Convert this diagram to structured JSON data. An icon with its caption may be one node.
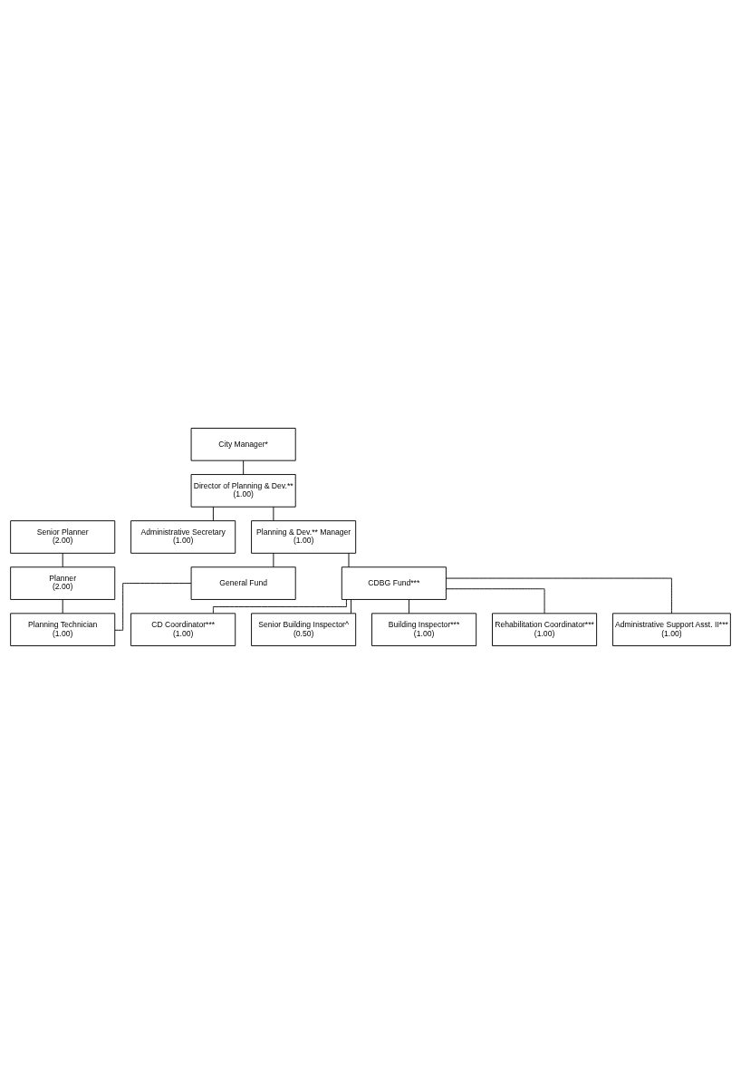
{
  "diagram": {
    "nodes": [
      {
        "text": [
          "City Manager*"
        ]
      },
      {
        "text": [
          "Director of Planning & Dev.**",
          "(1.00)"
        ]
      },
      {
        "text": [
          "Administrative Secretary",
          "(1.00)"
        ]
      },
      {
        "text": [
          "Planning & Dev.** Manager",
          "(1.00)"
        ]
      },
      {
        "text": [
          "General Fund"
        ]
      },
      {
        "text": [
          "CDBG Fund***"
        ]
      },
      {
        "text": [
          "Senior Planner",
          "(2.00)"
        ]
      },
      {
        "text": [
          "Planner",
          "(2.00)"
        ]
      },
      {
        "text": [
          "Planning Technician",
          "(1.00)"
        ]
      },
      {
        "text": [
          "CD Coordinator***",
          "(1.00)"
        ]
      },
      {
        "text": [
          "Senior Building Inspector^",
          "(0.50)"
        ]
      },
      {
        "text": [
          "Building Inspector***",
          "(1.00)"
        ]
      },
      {
        "text": [
          "Rehabilitation Coordinator***",
          "(1.00)"
        ]
      },
      {
        "text": [
          "Administrative Support Asst. II***",
          "(1.00)"
        ]
      }
    ],
    "edges": [
      {
        "from": 0,
        "to": 1,
        "arrow": "none"
      },
      {
        "from": 1,
        "to": 3,
        "arrow": "none"
      },
      {
        "from": 1,
        "to": 2,
        "arrow": "none"
      },
      {
        "from": 3,
        "to": 4,
        "arrow": "none"
      },
      {
        "from": 3,
        "to": 5,
        "arrow": "none"
      },
      {
        "from": 4,
        "to": 8,
        "arrow": "none"
      },
      {
        "from": 6,
        "to": 7,
        "arrow": "none"
      },
      {
        "from": 7,
        "to": 8,
        "arrow": "none"
      },
      {
        "from": 5,
        "to": 9,
        "arrow": "none"
      },
      {
        "from": 5,
        "to": 10,
        "arrow": "none"
      },
      {
        "from": 5,
        "to": 11,
        "arrow": "none"
      },
      {
        "from": 5,
        "to": 12,
        "arrow": "none"
      },
      {
        "from": 5,
        "to": 13,
        "arrow": "none"
      }
    ]
  }
}
